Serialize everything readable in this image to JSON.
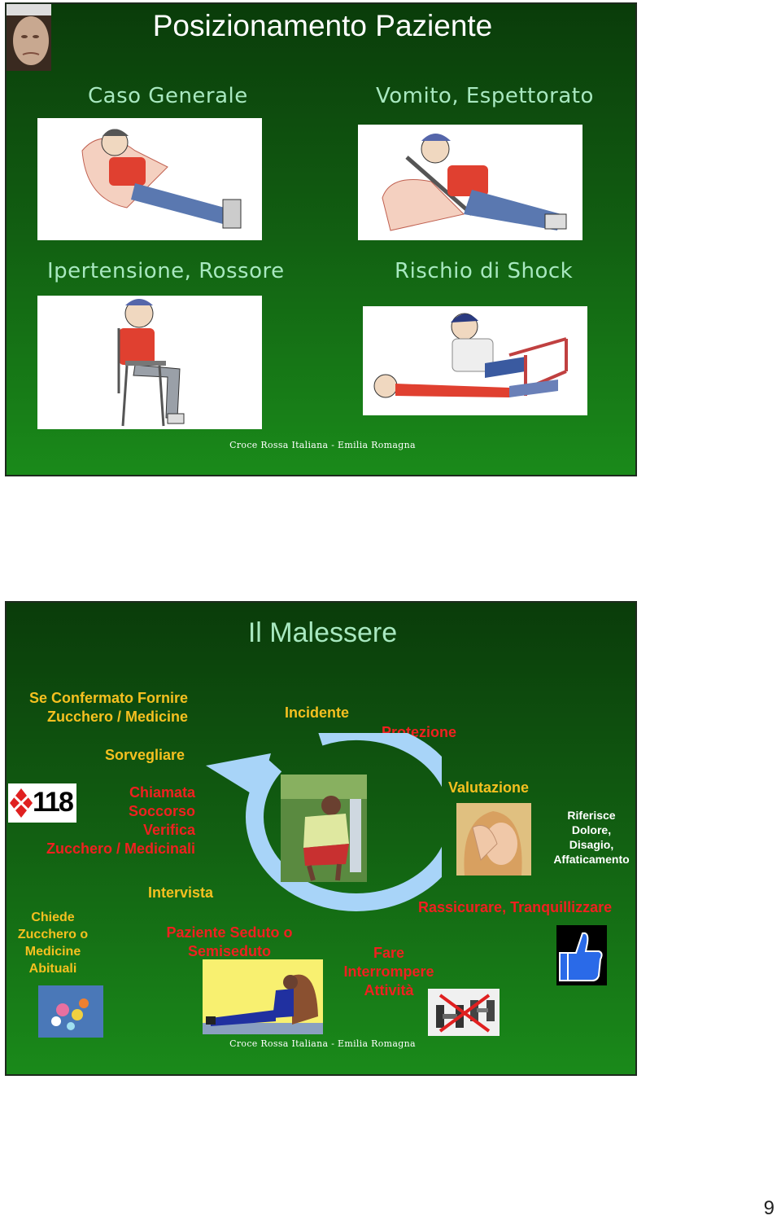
{
  "slide1": {
    "title": "Posizionamento Paziente",
    "captions": {
      "top_left": "Caso Generale",
      "top_right": "Vomito, Espettorato",
      "bottom_left": "Ipertensione, Rossore",
      "bottom_right": "Rischio di Shock"
    },
    "footer": "Croce Rossa Italiana - Emilia Romagna"
  },
  "slide2": {
    "title": "Il Malessere",
    "labels": {
      "se_confermato_1": "Se Confermato Fornire",
      "se_confermato_2": "Zucchero / Medicine",
      "sorvegliare": "Sorvegliare",
      "incidente": "Incidente",
      "protezione": "Protezione",
      "chiamata_1": "Chiamata",
      "chiamata_2": "Soccorso",
      "chiamata_3": "Verifica",
      "chiamata_4": "Zucchero / Medicinali",
      "valutazione": "Valutazione",
      "riferisce_1": "Riferisce",
      "riferisce_2": "Dolore,",
      "riferisce_3": "Disagio,",
      "riferisce_4": "Affaticamento",
      "intervista": "Intervista",
      "chiede_1": "Chiede",
      "chiede_2": "Zucchero o",
      "chiede_3": "Medicine",
      "chiede_4": "Abituali",
      "paziente_1": "Paziente Seduto o",
      "paziente_2": "Semiseduto",
      "fare_1": "Fare",
      "fare_2": "Interrompere",
      "fare_3": "Attività",
      "rassicurare": "Rassicurare, Tranquillizzare",
      "logo_118": "118"
    },
    "footer": "Croce Rossa Italiana - Emilia Romagna"
  },
  "page_number": "9",
  "colors": {
    "slide_bg_top": "#0a3c0a",
    "slide_bg_bottom": "#1a8a1a",
    "caption_green": "#a8e8c0",
    "yellow_text": "#f5c020",
    "red_text": "#f02020",
    "arrow_blue": "#a8d4f8"
  }
}
